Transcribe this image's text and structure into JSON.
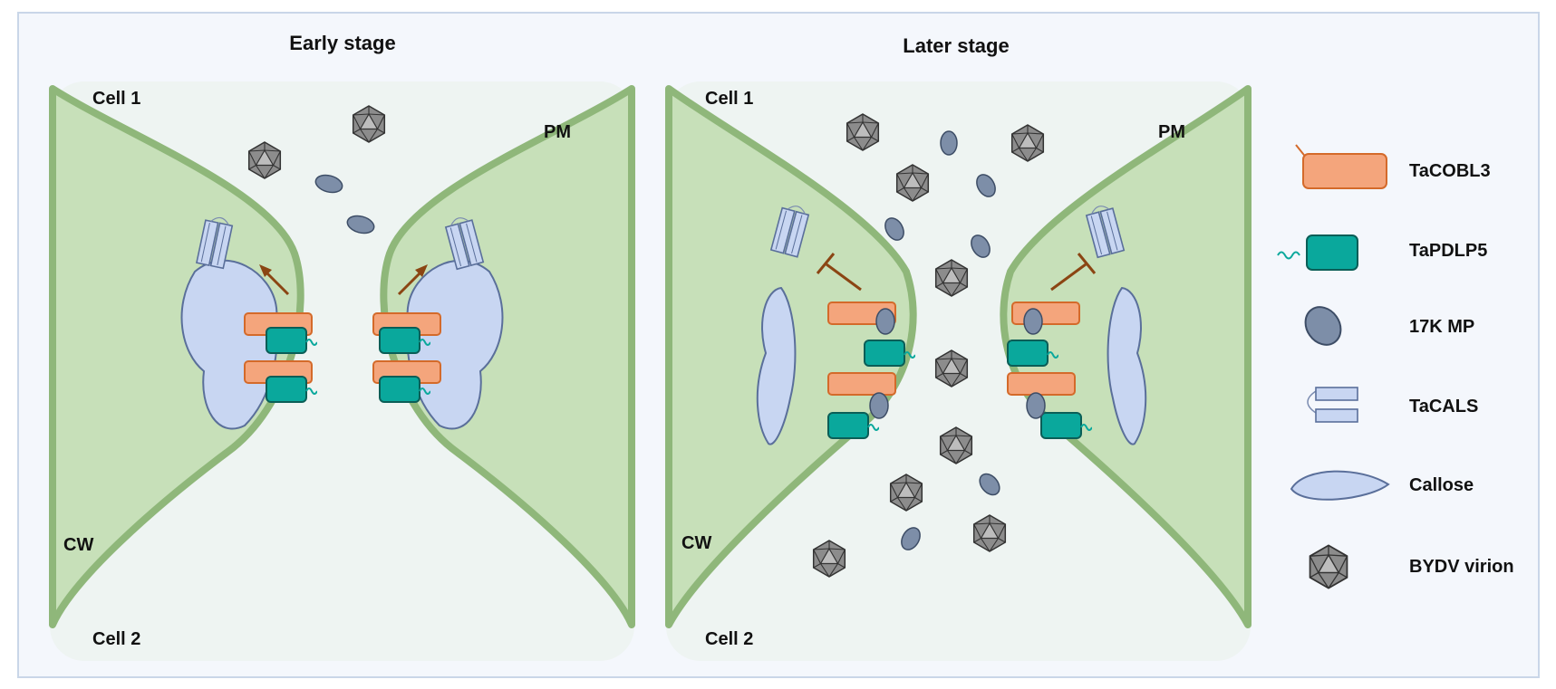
{
  "panels": {
    "early": {
      "title": "Early stage",
      "cell1": "Cell 1",
      "cell2": "Cell 2",
      "pm": "PM",
      "cw": "CW"
    },
    "later": {
      "title": "Later stage",
      "cell1": "Cell 1",
      "cell2": "Cell 2",
      "pm": "PM",
      "cw": "CW"
    }
  },
  "legend": [
    {
      "icon": "tacobl3-icon",
      "label": "TaCOBL3"
    },
    {
      "icon": "tapdlp5-icon",
      "label": "TaPDLP5"
    },
    {
      "icon": "17k-mp-icon",
      "label": "17K MP"
    },
    {
      "icon": "tacals-icon",
      "label": "TaCALS"
    },
    {
      "icon": "callose-icon",
      "label": "Callose"
    },
    {
      "icon": "bydv-virion-icon",
      "label": "BYDV virion"
    }
  ],
  "colors": {
    "cell_wall": "#8fb77a",
    "cytoplasm": "#c7e0b9",
    "lumen": "#eef4f2",
    "tacobl3": "#f4a57c",
    "tapdlp5": "#0aa89c",
    "mp": "#7d8ea8",
    "callose": "#c8d6f2",
    "virion": "#8a8a8a",
    "arrow": "#8b4513"
  }
}
